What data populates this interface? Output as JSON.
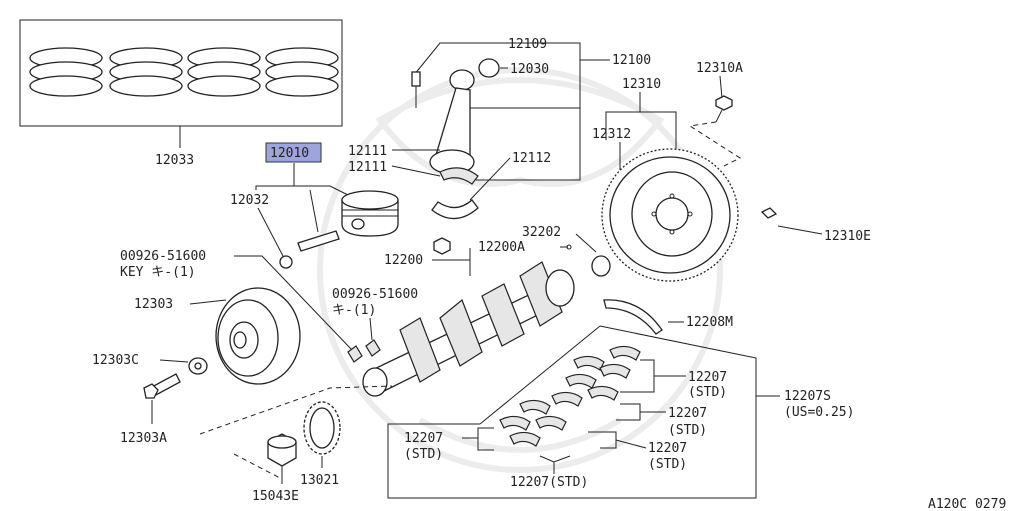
{
  "figure_code": "A120C 0279",
  "highlight_color": "#9fa4dc",
  "labels": {
    "p12033": "12033",
    "p12010": "12010",
    "p12032": "12032",
    "p12109": "12109",
    "p12100": "12100",
    "p12030": "12030",
    "p12310A": "12310A",
    "p12310": "12310",
    "p12312": "12312",
    "p12111a": "12111",
    "p12111b": "12111",
    "p12112": "12112",
    "p32202": "32202",
    "p12200A": "12200A",
    "p12200": "12200",
    "p12310E": "12310E",
    "p00926a": "00926-51600",
    "key_note": "KEY キ-(1)",
    "p00926b": "00926-51600",
    "note_b": "キ-(1)",
    "p12303": "12303",
    "p12208M": "12208M",
    "p12303C": "12303C",
    "p12207_1": "12207",
    "std_1": "(STD)",
    "p12207S": "12207S",
    "us_note": "(US=0.25)",
    "p12207_2": "12207",
    "std_2": "(STD)",
    "p12303A": "12303A",
    "p12207_3": "12207",
    "std_3": "(STD)",
    "p12207_4": "12207",
    "std_4": "(STD)",
    "p13021": "13021",
    "p12207_5": "12207(STD)",
    "p15043E": "15043E"
  }
}
